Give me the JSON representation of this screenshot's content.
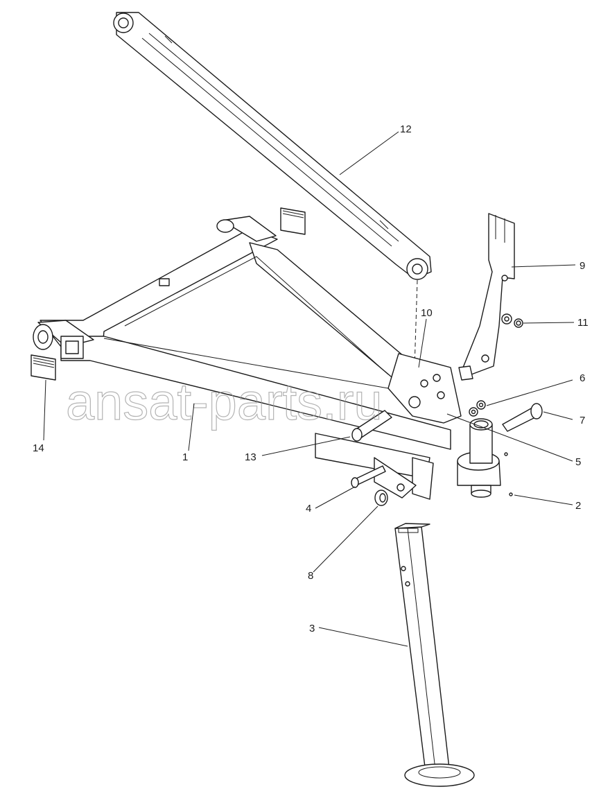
{
  "watermark": "ansat-parts.ru",
  "callouts": [
    {
      "id": "1",
      "label": "1"
    },
    {
      "id": "2",
      "label": "2"
    },
    {
      "id": "3",
      "label": "3"
    },
    {
      "id": "4",
      "label": "4"
    },
    {
      "id": "5",
      "label": "5"
    },
    {
      "id": "6",
      "label": "6"
    },
    {
      "id": "7",
      "label": "7"
    },
    {
      "id": "8",
      "label": "8"
    },
    {
      "id": "9",
      "label": "9"
    },
    {
      "id": "10",
      "label": "10"
    },
    {
      "id": "11",
      "label": "11"
    },
    {
      "id": "12",
      "label": "12"
    },
    {
      "id": "13",
      "label": "13"
    },
    {
      "id": "14",
      "label": "14"
    }
  ]
}
